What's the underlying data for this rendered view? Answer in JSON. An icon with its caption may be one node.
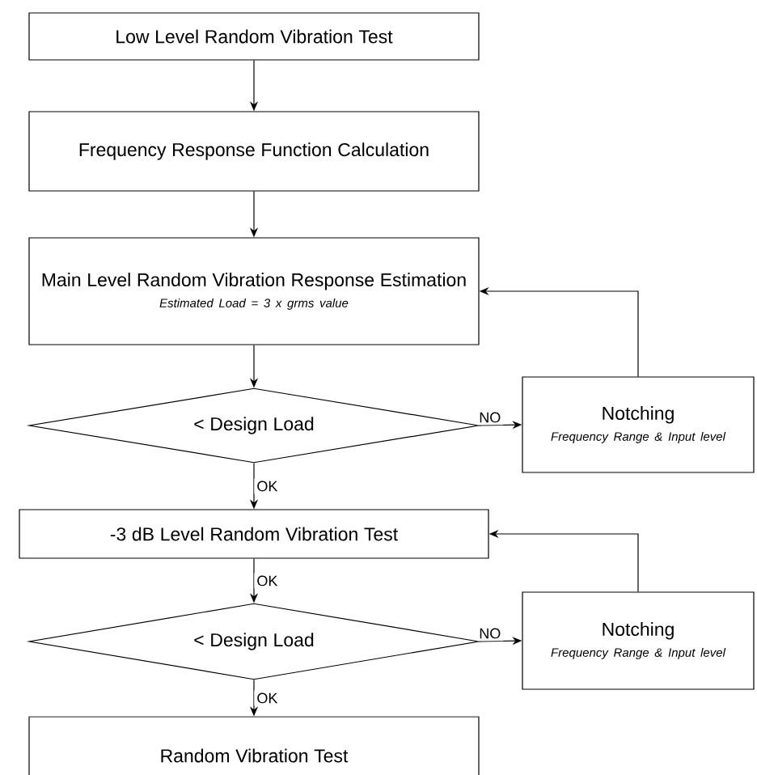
{
  "diagram": {
    "nodes": [
      {
        "text": [
          "Low Level Random Vibration Test"
        ]
      },
      {
        "text": [
          "Frequency Response Function Calculation"
        ]
      },
      {
        "text": [
          "Main Level Random Vibration Response Estimation",
          "Estimated Load = 3 x grms value"
        ]
      },
      {
        "text": [
          "< Design Load"
        ]
      },
      {
        "text": [
          "Notching",
          "Frequency Range & Input level"
        ]
      },
      {
        "text": [
          "-3 dB Level Random Vibration Test"
        ]
      },
      {
        "text": [
          "< Design Load"
        ]
      },
      {
        "text": [
          "Notching",
          "Frequency Range & Input level"
        ]
      },
      {
        "text": [
          "Random Vibration Test"
        ]
      }
    ],
    "edges": [
      {
        "from": 0,
        "to": 1,
        "arrow": "to"
      },
      {
        "from": 1,
        "to": 2,
        "arrow": "to"
      },
      {
        "from": 2,
        "to": 3,
        "arrow": "to"
      },
      {
        "from": 3,
        "to": 4,
        "arrow": "to",
        "label": "NO"
      },
      {
        "from": 4,
        "to": 2,
        "arrow": "to"
      },
      {
        "from": 3,
        "to": 5,
        "arrow": "to",
        "label": "OK"
      },
      {
        "from": 5,
        "to": 6,
        "arrow": "to",
        "label": "OK"
      },
      {
        "from": 6,
        "to": 7,
        "arrow": "to",
        "label": "NO"
      },
      {
        "from": 7,
        "to": 5,
        "arrow": "to"
      },
      {
        "from": 6,
        "to": 8,
        "arrow": "to",
        "label": "OK"
      }
    ]
  }
}
